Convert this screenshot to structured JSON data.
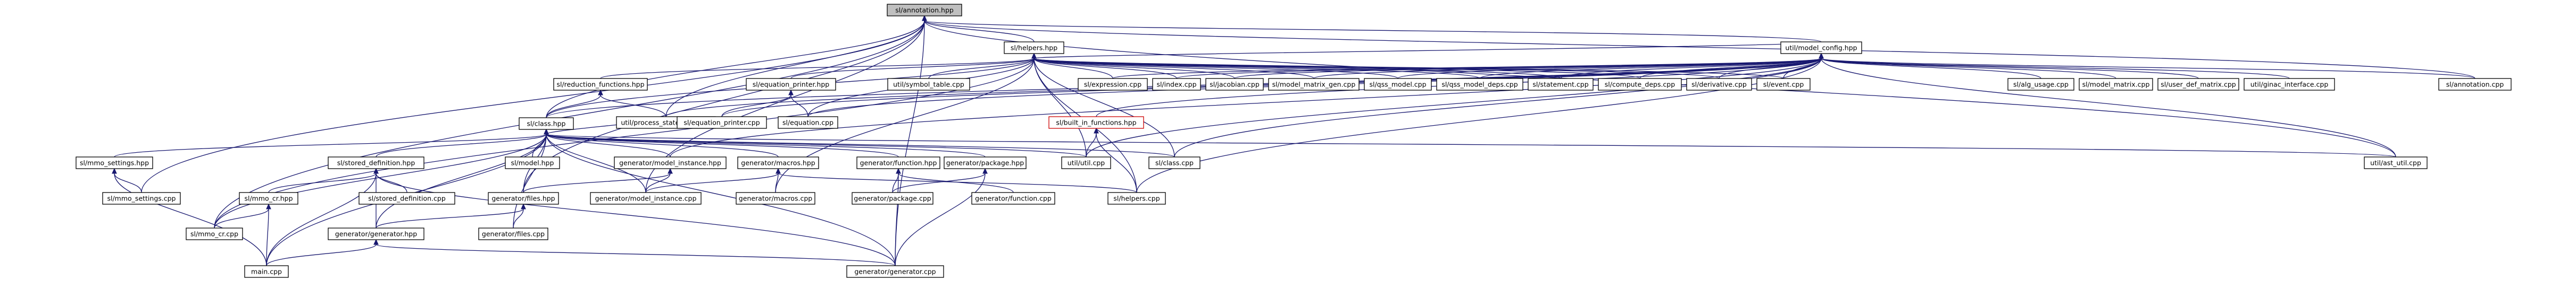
{
  "nodes": [
    {
      "id": "annotation_hpp",
      "label": "sl/annotation.hpp",
      "root": true
    },
    {
      "id": "helpers_hpp",
      "label": "sl/helpers.hpp"
    },
    {
      "id": "model_config_hpp",
      "label": "util/model_config.hpp"
    },
    {
      "id": "reduction_functions_hpp",
      "label": "sl/reduction_functions.hpp"
    },
    {
      "id": "equation_printer_hpp",
      "label": "sl/equation_printer.hpp"
    },
    {
      "id": "symbol_table_cpp",
      "label": "util/symbol_table.cpp"
    },
    {
      "id": "expression_cpp",
      "label": "sl/expression.cpp"
    },
    {
      "id": "index_cpp",
      "label": "sl/index.cpp"
    },
    {
      "id": "jacobian_cpp",
      "label": "sl/jacobian.cpp"
    },
    {
      "id": "model_matrix_gen_cpp",
      "label": "sl/model_matrix_gen.cpp"
    },
    {
      "id": "qss_model_cpp",
      "label": "sl/qss_model.cpp"
    },
    {
      "id": "qss_model_deps_cpp",
      "label": "sl/qss_model_deps.cpp"
    },
    {
      "id": "statement_cpp",
      "label": "sl/statement.cpp"
    },
    {
      "id": "compute_deps_cpp",
      "label": "sl/compute_deps.cpp"
    },
    {
      "id": "derivative_cpp",
      "label": "sl/derivative.cpp"
    },
    {
      "id": "event_cpp",
      "label": "sl/event.cpp"
    },
    {
      "id": "alg_usage_cpp",
      "label": "sl/alg_usage.cpp"
    },
    {
      "id": "model_matrix_cpp",
      "label": "sl/model_matrix.cpp"
    },
    {
      "id": "user_def_matrix_cpp",
      "label": "sl/user_def_matrix.cpp"
    },
    {
      "id": "ginac_interface_cpp",
      "label": "util/ginac_interface.cpp"
    },
    {
      "id": "annotation_cpp",
      "label": "sl/annotation.cpp"
    },
    {
      "id": "process_statement_cpp",
      "label": "util/process_statement.cpp"
    },
    {
      "id": "equation_printer_cpp",
      "label": "sl/equation_printer.cpp"
    },
    {
      "id": "equation_cpp",
      "label": "sl/equation.cpp"
    },
    {
      "id": "built_in_functions_hpp",
      "label": "sl/built_in_functions.hpp",
      "red": true
    },
    {
      "id": "class_hpp",
      "label": "sl/class.hpp"
    },
    {
      "id": "mmo_settings_hpp",
      "label": "sl/mmo_settings.hpp"
    },
    {
      "id": "mmo_settings_cpp",
      "label": "sl/mmo_settings.cpp"
    },
    {
      "id": "model_hpp",
      "label": "sl/model.hpp"
    },
    {
      "id": "model_instance_hpp",
      "label": "generator/model_instance.hpp"
    },
    {
      "id": "macros_hpp",
      "label": "generator/macros.hpp"
    },
    {
      "id": "function_hpp",
      "label": "generator/function.hpp"
    },
    {
      "id": "package_hpp",
      "label": "generator/package.hpp"
    },
    {
      "id": "util_cpp",
      "label": "util/util.cpp"
    },
    {
      "id": "class_cpp",
      "label": "sl/class.cpp"
    },
    {
      "id": "ast_util_cpp",
      "label": "util/ast_util.cpp"
    },
    {
      "id": "stored_definition_hpp",
      "label": "sl/stored_definition.hpp"
    },
    {
      "id": "stored_definition_cpp",
      "label": "sl/stored_definition.cpp"
    },
    {
      "id": "mmo_cr_hpp",
      "label": "sl/mmo_cr.hpp"
    },
    {
      "id": "files_hpp",
      "label": "generator/files.hpp"
    },
    {
      "id": "model_instance_cpp",
      "label": "generator/model_instance.cpp"
    },
    {
      "id": "macros_cpp",
      "label": "generator/macros.cpp"
    },
    {
      "id": "package_cpp",
      "label": "generator/package.cpp"
    },
    {
      "id": "function_cpp",
      "label": "generator/function.cpp"
    },
    {
      "id": "helpers_cpp",
      "label": "sl/helpers.cpp"
    },
    {
      "id": "mmo_cr_cpp",
      "label": "sl/mmo_cr.cpp"
    },
    {
      "id": "generator_hpp",
      "label": "generator/generator.hpp"
    },
    {
      "id": "files_cpp",
      "label": "generator/files.cpp"
    },
    {
      "id": "main_cpp",
      "label": "main.cpp"
    },
    {
      "id": "generator_cpp",
      "label": "generator/generator.cpp"
    }
  ],
  "edges": [
    [
      "helpers_hpp",
      "annotation_hpp"
    ],
    [
      "model_config_hpp",
      "annotation_hpp"
    ],
    [
      "process_statement_cpp",
      "annotation_hpp"
    ],
    [
      "class_hpp",
      "annotation_hpp"
    ],
    [
      "files_hpp",
      "annotation_hpp"
    ],
    [
      "mmo_cr_cpp",
      "annotation_hpp"
    ],
    [
      "generator_cpp",
      "annotation_hpp"
    ],
    [
      "ast_util_cpp",
      "annotation_hpp"
    ],
    [
      "annotation_cpp",
      "annotation_hpp"
    ],
    [
      "model_instance_cpp",
      "annotation_hpp"
    ],
    [
      "mmo_settings_cpp",
      "annotation_hpp"
    ],
    [
      "model_config_hpp",
      "helpers_hpp"
    ],
    [
      "reduction_functions_hpp",
      "helpers_hpp"
    ],
    [
      "equation_printer_hpp",
      "helpers_hpp"
    ],
    [
      "symbol_table_cpp",
      "helpers_hpp"
    ],
    [
      "expression_cpp",
      "helpers_hpp"
    ],
    [
      "index_cpp",
      "helpers_hpp"
    ],
    [
      "jacobian_cpp",
      "helpers_hpp"
    ],
    [
      "model_matrix_gen_cpp",
      "helpers_hpp"
    ],
    [
      "qss_model_cpp",
      "helpers_hpp"
    ],
    [
      "qss_model_deps_cpp",
      "helpers_hpp"
    ],
    [
      "statement_cpp",
      "helpers_hpp"
    ],
    [
      "compute_deps_cpp",
      "helpers_hpp"
    ],
    [
      "derivative_cpp",
      "helpers_hpp"
    ],
    [
      "event_cpp",
      "helpers_hpp"
    ],
    [
      "class_hpp",
      "helpers_hpp"
    ],
    [
      "equation_cpp",
      "helpers_hpp"
    ],
    [
      "util_cpp",
      "helpers_hpp"
    ],
    [
      "helpers_cpp",
      "helpers_hpp"
    ],
    [
      "class_cpp",
      "helpers_hpp"
    ],
    [
      "mmo_cr_cpp",
      "helpers_hpp"
    ],
    [
      "macros_cpp",
      "helpers_hpp"
    ],
    [
      "expression_cpp",
      "model_config_hpp"
    ],
    [
      "index_cpp",
      "model_config_hpp"
    ],
    [
      "jacobian_cpp",
      "model_config_hpp"
    ],
    [
      "model_matrix_gen_cpp",
      "model_config_hpp"
    ],
    [
      "qss_model_cpp",
      "model_config_hpp"
    ],
    [
      "qss_model_deps_cpp",
      "model_config_hpp"
    ],
    [
      "statement_cpp",
      "model_config_hpp"
    ],
    [
      "compute_deps_cpp",
      "model_config_hpp"
    ],
    [
      "derivative_cpp",
      "model_config_hpp"
    ],
    [
      "event_cpp",
      "model_config_hpp"
    ],
    [
      "alg_usage_cpp",
      "model_config_hpp"
    ],
    [
      "model_matrix_cpp",
      "model_config_hpp"
    ],
    [
      "user_def_matrix_cpp",
      "model_config_hpp"
    ],
    [
      "ginac_interface_cpp",
      "model_config_hpp"
    ],
    [
      "annotation_cpp",
      "model_config_hpp"
    ],
    [
      "process_statement_cpp",
      "model_config_hpp"
    ],
    [
      "equation_printer_cpp",
      "model_config_hpp"
    ],
    [
      "equation_cpp",
      "model_config_hpp"
    ],
    [
      "built_in_functions_hpp",
      "model_config_hpp"
    ],
    [
      "class_hpp",
      "model_config_hpp"
    ],
    [
      "model_instance_hpp",
      "model_config_hpp"
    ],
    [
      "util_cpp",
      "model_config_hpp"
    ],
    [
      "class_cpp",
      "model_config_hpp"
    ],
    [
      "ast_util_cpp",
      "model_config_hpp"
    ],
    [
      "helpers_cpp",
      "model_config_hpp"
    ],
    [
      "process_statement_cpp",
      "reduction_functions_hpp"
    ],
    [
      "class_hpp",
      "reduction_functions_hpp"
    ],
    [
      "equation_printer_cpp",
      "equation_printer_hpp"
    ],
    [
      "equation_cpp",
      "equation_printer_hpp"
    ],
    [
      "util_cpp",
      "built_in_functions_hpp"
    ],
    [
      "helpers_cpp",
      "built_in_functions_hpp"
    ],
    [
      "process_statement_cpp",
      "class_hpp"
    ],
    [
      "mmo_settings_hpp",
      "class_hpp"
    ],
    [
      "model_hpp",
      "class_hpp"
    ],
    [
      "model_instance_hpp",
      "class_hpp"
    ],
    [
      "macros_hpp",
      "class_hpp"
    ],
    [
      "function_hpp",
      "class_hpp"
    ],
    [
      "package_hpp",
      "class_hpp"
    ],
    [
      "util_cpp",
      "class_hpp"
    ],
    [
      "class_cpp",
      "class_hpp"
    ],
    [
      "ast_util_cpp",
      "class_hpp"
    ],
    [
      "stored_definition_hpp",
      "class_hpp"
    ],
    [
      "files_hpp",
      "class_hpp"
    ],
    [
      "mmo_cr_cpp",
      "class_hpp"
    ],
    [
      "generator_hpp",
      "class_hpp"
    ],
    [
      "main_cpp",
      "class_hpp"
    ],
    [
      "files_cpp",
      "class_hpp"
    ],
    [
      "model_instance_cpp",
      "class_hpp"
    ],
    [
      "generator_cpp",
      "class_hpp"
    ],
    [
      "mmo_settings_cpp",
      "mmo_settings_hpp"
    ],
    [
      "main_cpp",
      "mmo_settings_hpp"
    ],
    [
      "model_instance_cpp",
      "model_instance_hpp"
    ],
    [
      "files_hpp",
      "model_instance_hpp"
    ],
    [
      "macros_cpp",
      "macros_hpp"
    ],
    [
      "model_instance_cpp",
      "macros_hpp"
    ],
    [
      "helpers_cpp",
      "macros_hpp"
    ],
    [
      "function_cpp",
      "function_hpp"
    ],
    [
      "package_cpp",
      "function_hpp"
    ],
    [
      "generator_cpp",
      "function_hpp"
    ],
    [
      "package_cpp",
      "package_hpp"
    ],
    [
      "generator_cpp",
      "package_hpp"
    ],
    [
      "stored_definition_cpp",
      "stored_definition_hpp"
    ],
    [
      "mmo_cr_hpp",
      "stored_definition_hpp"
    ],
    [
      "generator_hpp",
      "stored_definition_hpp"
    ],
    [
      "main_cpp",
      "stored_definition_hpp"
    ],
    [
      "generator_cpp",
      "stored_definition_hpp"
    ],
    [
      "mmo_cr_cpp",
      "mmo_cr_hpp"
    ],
    [
      "main_cpp",
      "mmo_cr_hpp"
    ],
    [
      "files_cpp",
      "files_hpp"
    ],
    [
      "generator_hpp",
      "files_hpp"
    ],
    [
      "main_cpp",
      "generator_hpp"
    ],
    [
      "generator_cpp",
      "generator_hpp"
    ]
  ]
}
